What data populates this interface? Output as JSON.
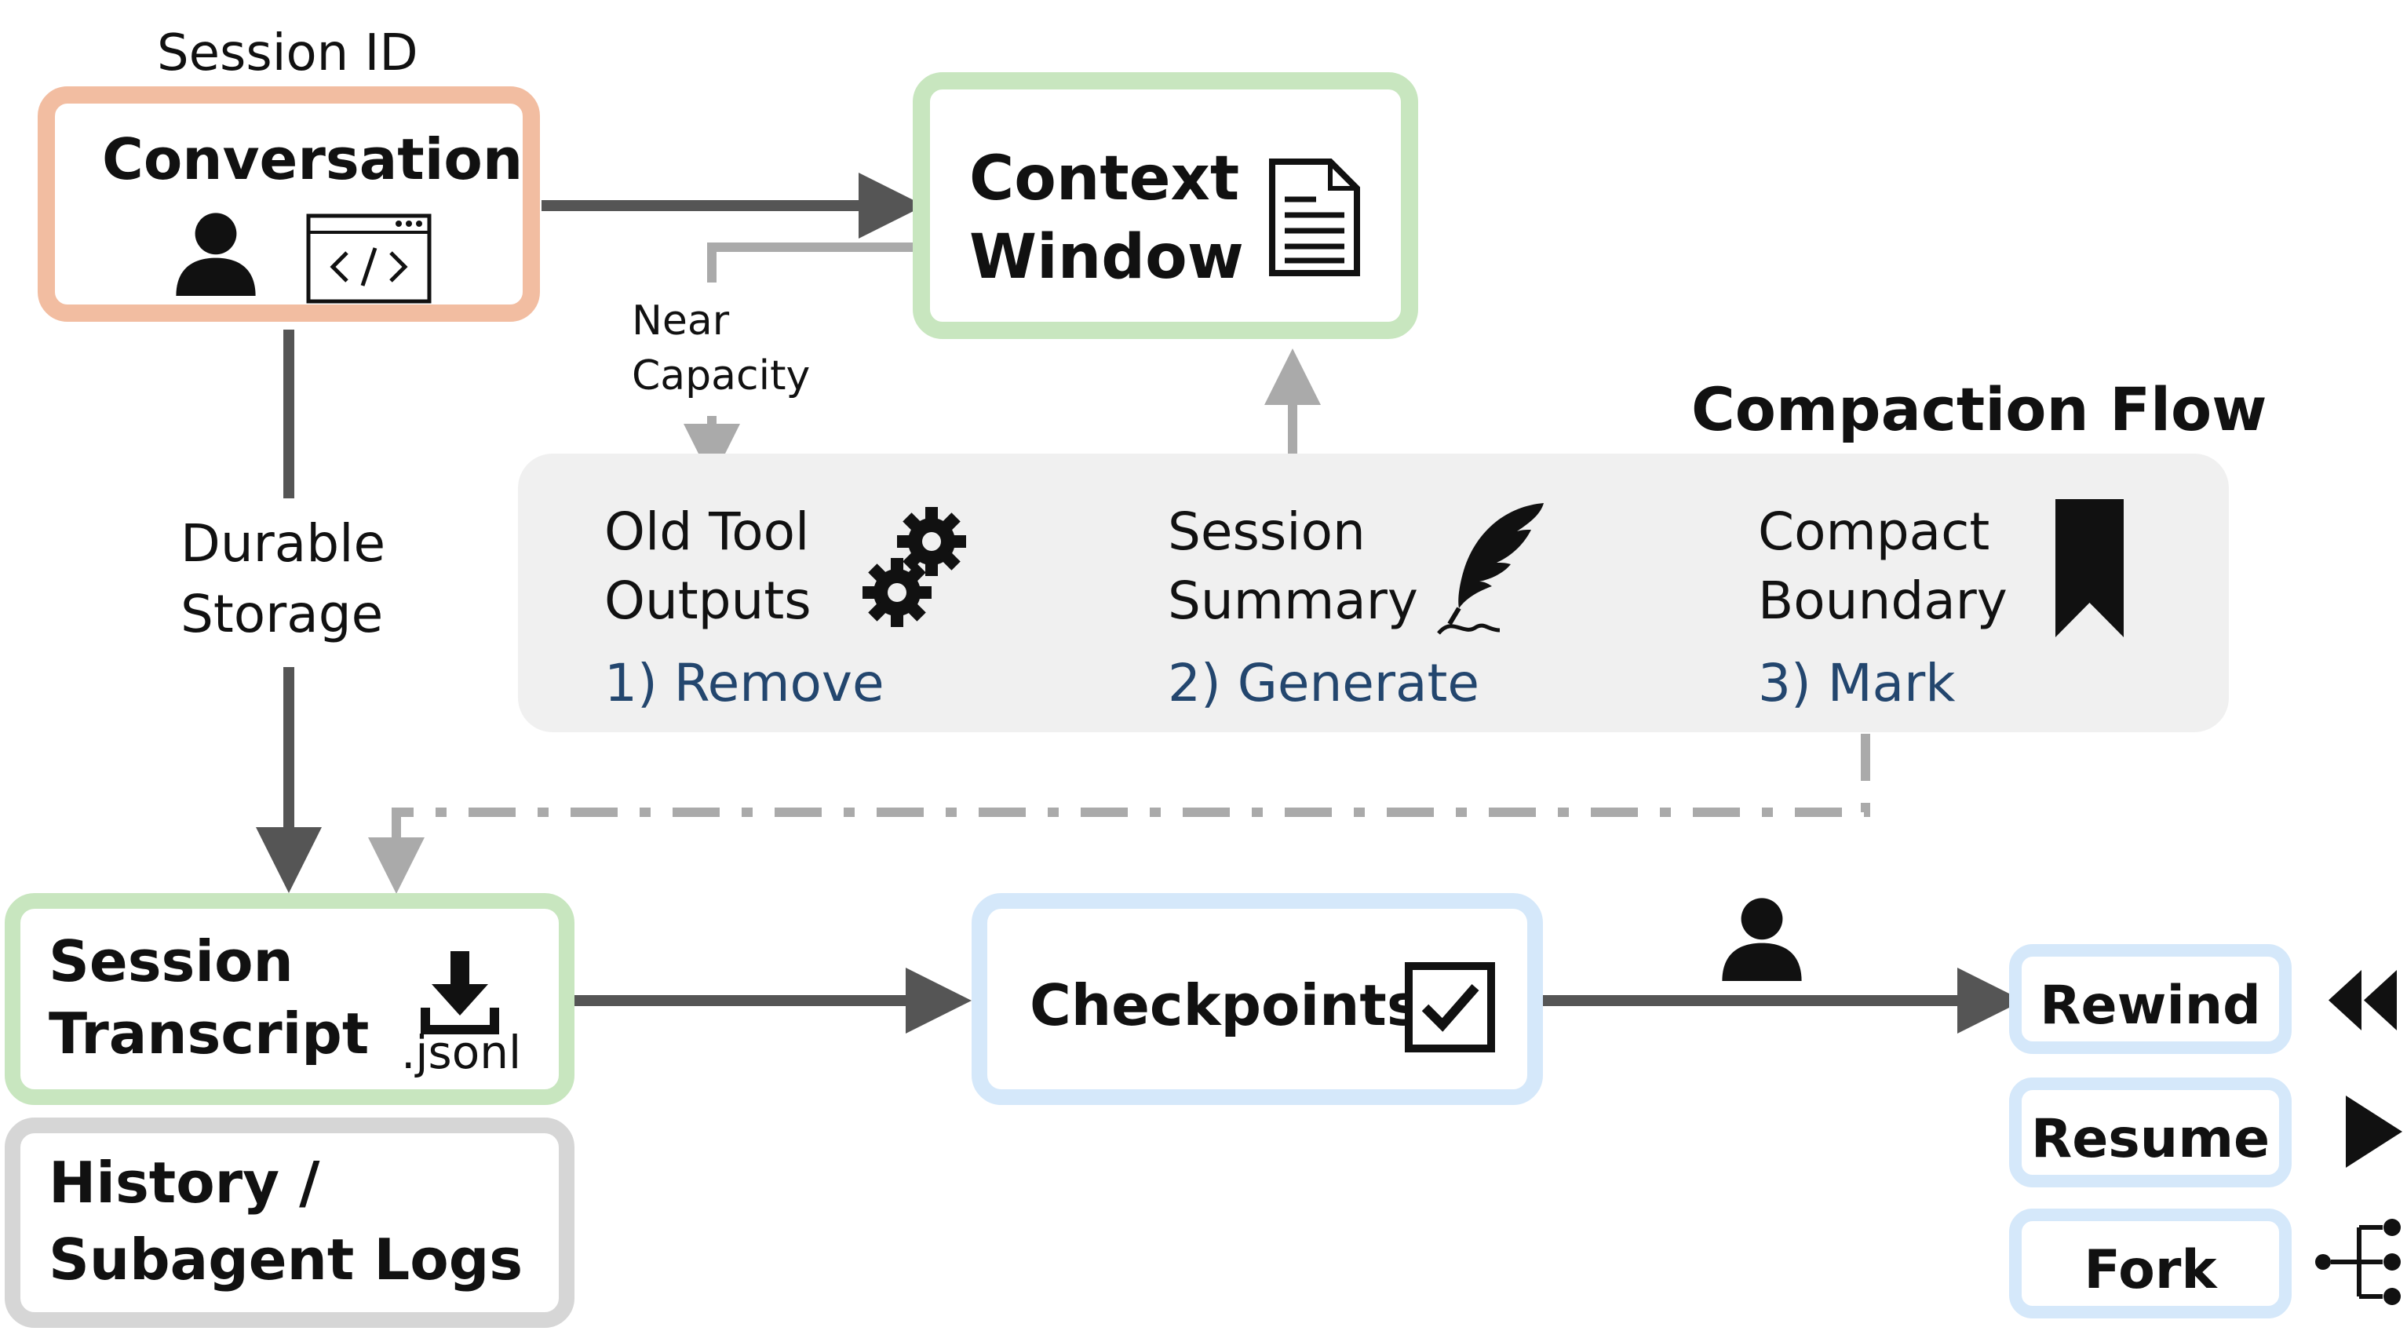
{
  "session_id_label": "Session ID",
  "conversation": {
    "title": "Conversation",
    "person_icon": "person-icon",
    "code_icon": "code-window-icon"
  },
  "context_window": {
    "line1": "Context",
    "line2": "Window",
    "icon": "document-icon"
  },
  "near_capacity": {
    "line1": "Near",
    "line2": "Capacity"
  },
  "durable_storage": {
    "line1": "Durable",
    "line2": "Storage"
  },
  "compaction": {
    "title": "Compaction Flow",
    "steps": [
      {
        "line1": "Old Tool",
        "line2": "Outputs",
        "action": "1) Remove",
        "icon": "gears-icon"
      },
      {
        "line1": "Session",
        "line2": "Summary",
        "action": "2) Generate",
        "icon": "quill-icon"
      },
      {
        "line1": "Compact",
        "line2": "Boundary",
        "action": "3) Mark",
        "icon": "bookmark-icon"
      }
    ]
  },
  "session_transcript": {
    "line1": "Session",
    "line2": "Transcript",
    "file_label": ".jsonl",
    "icon": "download-icon"
  },
  "history": {
    "line1": "History /",
    "line2": "Subagent Logs"
  },
  "checkpoints": {
    "label": "Checkpoints",
    "icon": "checkbox-icon"
  },
  "user_icon": "person-icon",
  "actions": [
    {
      "label": "Rewind",
      "icon": "rewind-icon"
    },
    {
      "label": "Resume",
      "icon": "play-icon"
    },
    {
      "label": "Fork",
      "icon": "fork-icon"
    }
  ],
  "colors": {
    "conversation_border": "#f2bda1",
    "context_border": "#c8e6bf",
    "transcript_border": "#c8e6bf",
    "history_border": "#d6d6d6",
    "checkpoint_border": "#d5e8fa",
    "action_border": "#d5e8fa",
    "compaction_bg": "#f0f0f0",
    "dark_arrow": "#555555",
    "light_arrow": "#aaaaaa",
    "action_text": "#23466e"
  }
}
